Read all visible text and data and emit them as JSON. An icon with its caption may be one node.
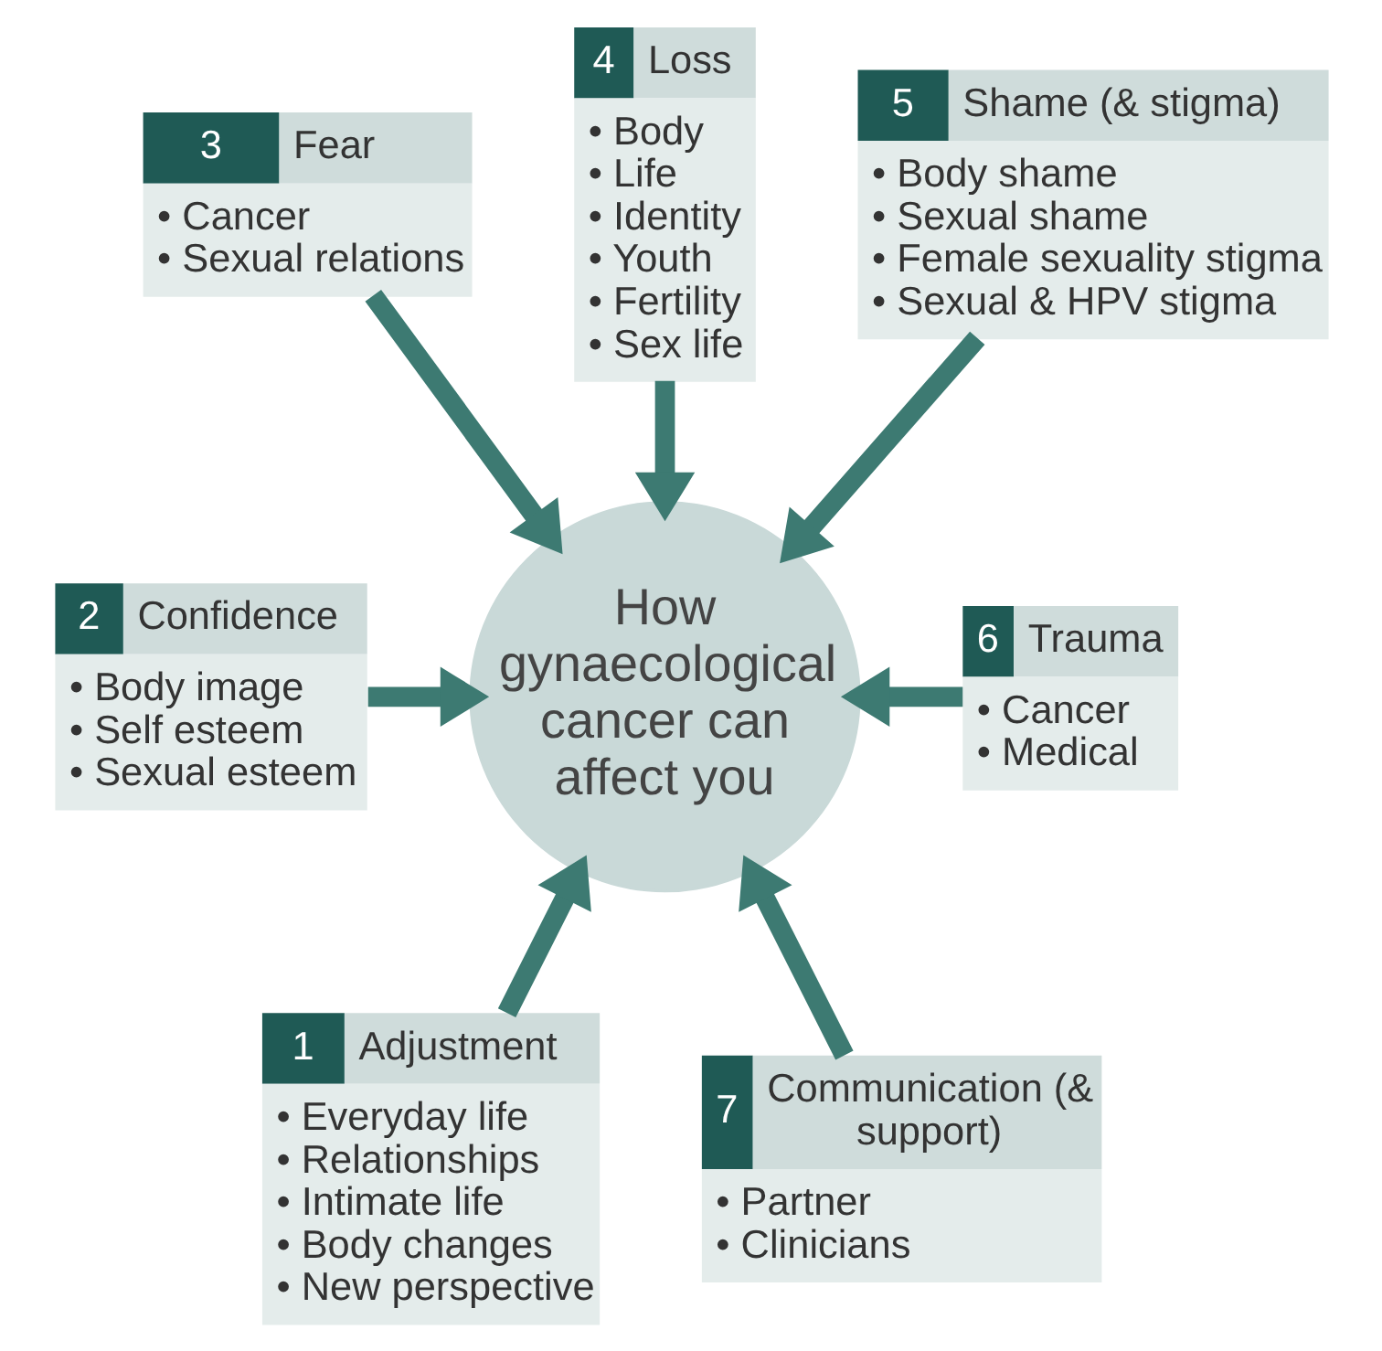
{
  "diagram": {
    "nodes": [
      {
        "text": [
          "4",
          "Loss",
          "• Body",
          "• Life",
          "• Identity",
          "• Youth",
          "• Fertility",
          "• Sex life"
        ]
      },
      {
        "text": [
          "5",
          "Shame (& stigma)",
          "• Body shame",
          "• Sexual shame",
          "• Female sexuality stigma",
          "• Sexual & HPV stigma"
        ]
      },
      {
        "text": [
          "3",
          "Fear",
          "• Cancer",
          "• Sexual relations"
        ]
      },
      {
        "text": [
          "2",
          "Confidence",
          "• Body image",
          "• Self esteem",
          "• Sexual esteem"
        ]
      },
      {
        "text": [
          "How gynaecological cancer can affect you"
        ]
      },
      {
        "text": [
          "6",
          "Trauma",
          "• Cancer",
          "• Medical"
        ]
      },
      {
        "text": [
          "1",
          "Adjustment",
          "• Everyday life",
          "• Relationships",
          "• Intimate life",
          "• Body changes",
          "• New perspective"
        ]
      },
      {
        "text": [
          "7",
          "Communication (& support)",
          "• Partner",
          "• Clinicians"
        ]
      }
    ],
    "edges": [
      {
        "from": 2,
        "to": 4,
        "arrow": "to"
      },
      {
        "from": 0,
        "to": 4,
        "arrow": "to"
      },
      {
        "from": 1,
        "to": 4,
        "arrow": "to"
      },
      {
        "from": 3,
        "to": 4,
        "arrow": "to"
      },
      {
        "from": 5,
        "to": 4,
        "arrow": "to"
      },
      {
        "from": 6,
        "to": 4,
        "arrow": "to"
      },
      {
        "from": 7,
        "to": 4,
        "arrow": "to"
      }
    ]
  }
}
